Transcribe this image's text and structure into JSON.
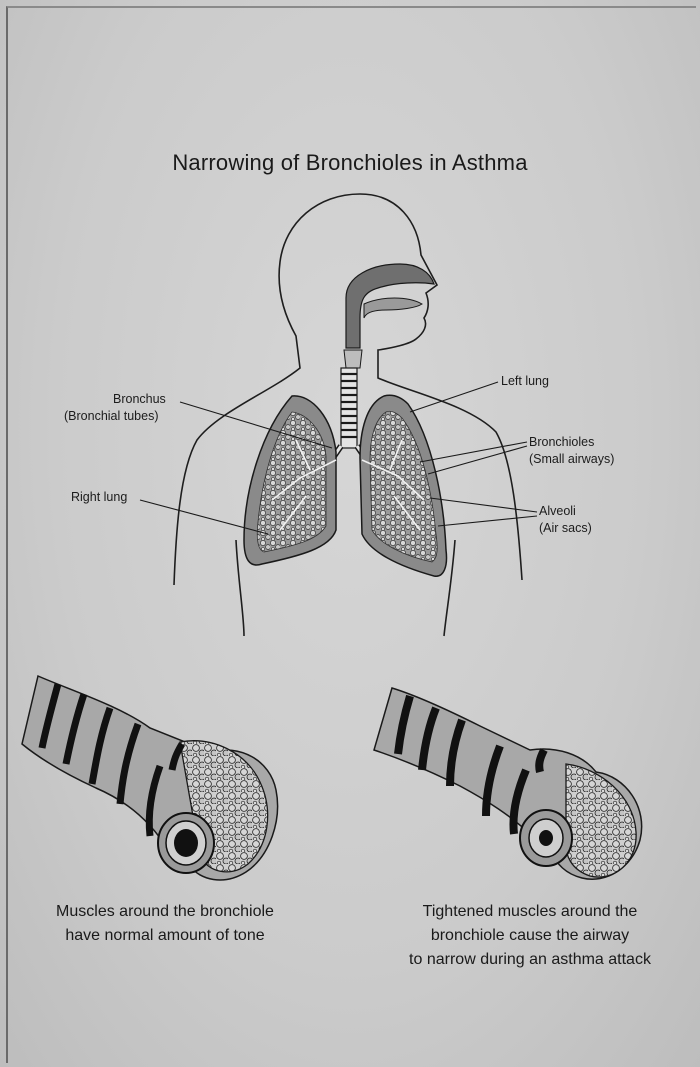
{
  "title": "Narrowing of Bronchioles in Asthma",
  "labels": {
    "bronchus": "Bronchus",
    "bronchus_sub": "(Bronchial tubes)",
    "left_lung": "Left lung",
    "bronchioles": "Bronchioles",
    "bronchioles_sub": "(Small airways)",
    "right_lung": "Right lung",
    "alveoli": "Alveoli",
    "alveoli_sub": "(Air sacs)"
  },
  "captions": {
    "normal_line1": "Muscles around the bronchiole",
    "normal_line2": "have normal amount of tone",
    "tight_line1": "Tightened muscles around the",
    "tight_line2": "bronchiole cause the airway",
    "tight_line3": "to narrow during an asthma attack"
  },
  "colors": {
    "ink": "#1a1a1a",
    "lung_fill": "#8c8c8c",
    "paper": "#cfcfcf"
  }
}
